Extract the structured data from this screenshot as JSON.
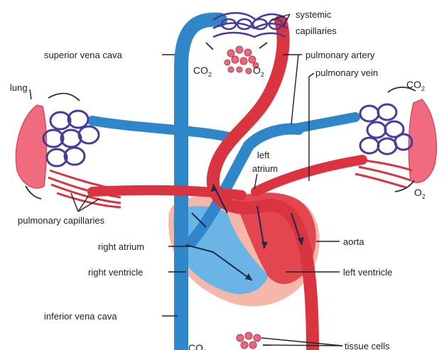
{
  "labels": {
    "systemic_capillaries_1": "systemic",
    "systemic_capillaries_2": "capillaries",
    "superior_vena_cava": "superior vena cava",
    "pulmonary_artery": "pulmonary artery",
    "pulmonary_vein": "pulmonary vein",
    "lung": "lung",
    "left_atrium_1": "left",
    "left_atrium_2": "atrium",
    "pulmonary_capillaries": "pulmonary capillaries",
    "right_atrium": "right atrium",
    "aorta": "aorta",
    "right_ventricle": "right ventricle",
    "left_ventricle": "left ventricle",
    "inferior_vena_cava": "inferior vena cava",
    "tissue_cells": "tissue cells"
  },
  "gases": {
    "co2_base": "CO",
    "co2_sub": "2",
    "o2_base": "O",
    "o2_sub": "2"
  },
  "colors": {
    "oxygenated": "#d9343f",
    "deoxygenated": "#2f86c8",
    "capillary": "#4a3a9a",
    "lung": "#f06b7e",
    "heart_outer": "#f5b8a8"
  }
}
